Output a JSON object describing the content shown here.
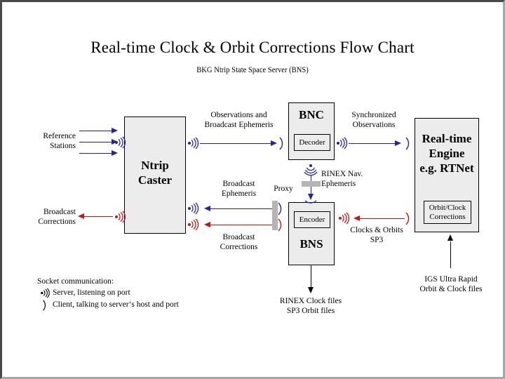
{
  "page": {
    "title": "Real-time Clock & Orbit Corrections Flow Chart",
    "subtitle": "BKG Ntrip State Space Server  (BNS)"
  },
  "colors": {
    "flow_blue": "#2222AA",
    "flow_red": "#CC1111",
    "flow_black": "#000000",
    "box_fill": "#ECECEC",
    "proxy_gray": "#B5B5B5",
    "frame_dark": "#4A4A4A",
    "frame_light": "#A6A6A6",
    "canvas": "#FFFFFF"
  },
  "boxes": {
    "ntrip_caster": {
      "title_line1": "Ntrip",
      "title_line2": "Caster"
    },
    "bnc": {
      "title": "BNC",
      "sub": {
        "label": "Decoder"
      }
    },
    "bns": {
      "title": "BNS",
      "sub": {
        "label": "Encoder"
      }
    },
    "engine": {
      "title_line1": "Real-time",
      "title_line2": "Engine",
      "title_line3": "e.g. RTNet",
      "sub": {
        "line1": "Orbit/Clock",
        "line2": "Corrections"
      }
    }
  },
  "labels": {
    "reference_stations": {
      "line1": "Reference",
      "line2": "Stations"
    },
    "broadcast_corrections_out": {
      "line1": "Broadcast",
      "line2": "Corrections"
    },
    "observations_and_bce": {
      "line1": "Observations and",
      "line2": "Broadcast Ephemeris"
    },
    "synchronized_observations": {
      "line1": "Synchronized",
      "line2": "Observations"
    },
    "broadcast_ephemeris": {
      "line1": "Broadcast",
      "line2": "Ephemeris"
    },
    "broadcast_corrections_mid": {
      "line1": "Broadcast",
      "line2": "Corrections"
    },
    "rinex_nav_ephemeris": {
      "line1": "RINEX Nav.",
      "line2": "Ephemeris"
    },
    "clocks_and_orbits": {
      "line1": "Clocks & Orbits",
      "line2": "SP3"
    },
    "rinex_clock_files": {
      "line1": "RINEX Clock files",
      "line2": "SP3 Orbit files"
    },
    "igs_ultra_rapid": {
      "line1": "IGS Ultra Rapid",
      "line2": "Orbit & Clock files"
    },
    "proxy_left": "Proxy"
  },
  "legend": {
    "heading": "Socket communication:",
    "items": [
      {
        "glyph": "server-socket-icon",
        "text": "Server,  listening on port"
      },
      {
        "glyph": "client-socket-icon",
        "text": "Client, talking to server‘s host and port"
      }
    ]
  }
}
